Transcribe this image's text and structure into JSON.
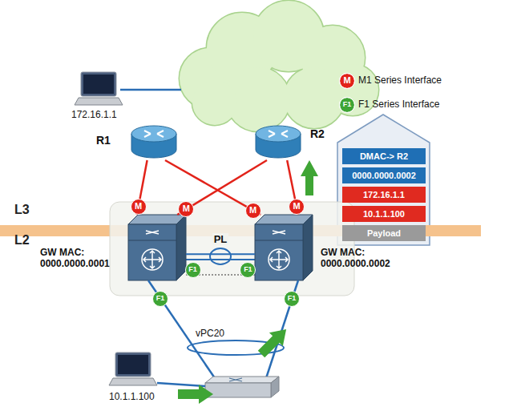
{
  "diagram": {
    "nodes": [
      {
        "text": [
          "172.16.1.1"
        ]
      },
      {
        "text": [
          "R1"
        ]
      },
      {
        "text": [
          "R2"
        ]
      },
      {
        "text": [
          "DMAC-> R2"
        ]
      },
      {
        "text": [
          "0000.0000.0002"
        ]
      },
      {
        "text": [
          "172.16.1.1"
        ]
      },
      {
        "text": [
          "10.1.1.100"
        ]
      },
      {
        "text": [
          "Payload"
        ]
      },
      {
        "text": [
          "GW MAC: 0000.0000.0001"
        ]
      },
      {
        "text": [
          "GW MAC: 0000.0000.0002"
        ]
      },
      {
        "text": [
          "10.1.1.100"
        ]
      }
    ],
    "edges": [
      {
        "from": 1,
        "to": 8,
        "arrow": "none"
      },
      {
        "from": 1,
        "to": 9,
        "arrow": "none"
      },
      {
        "from": 2,
        "to": 8,
        "arrow": "none"
      },
      {
        "from": 2,
        "to": 9,
        "arrow": "none"
      },
      {
        "from": 8,
        "to": 9,
        "label": "PL",
        "arrow": "none"
      }
    ],
    "labels": [
      "L3",
      "L2",
      "M",
      "F1",
      "M",
      "M",
      "M",
      "M",
      "F1",
      "F1",
      "F1",
      "F1",
      "vPC20"
    ],
    "legend": [
      {
        "text": "M1 Series Interface",
        "color": "#e2231a"
      },
      {
        "text": "F1 Series Interface",
        "color": "#3fa535"
      }
    ]
  }
}
